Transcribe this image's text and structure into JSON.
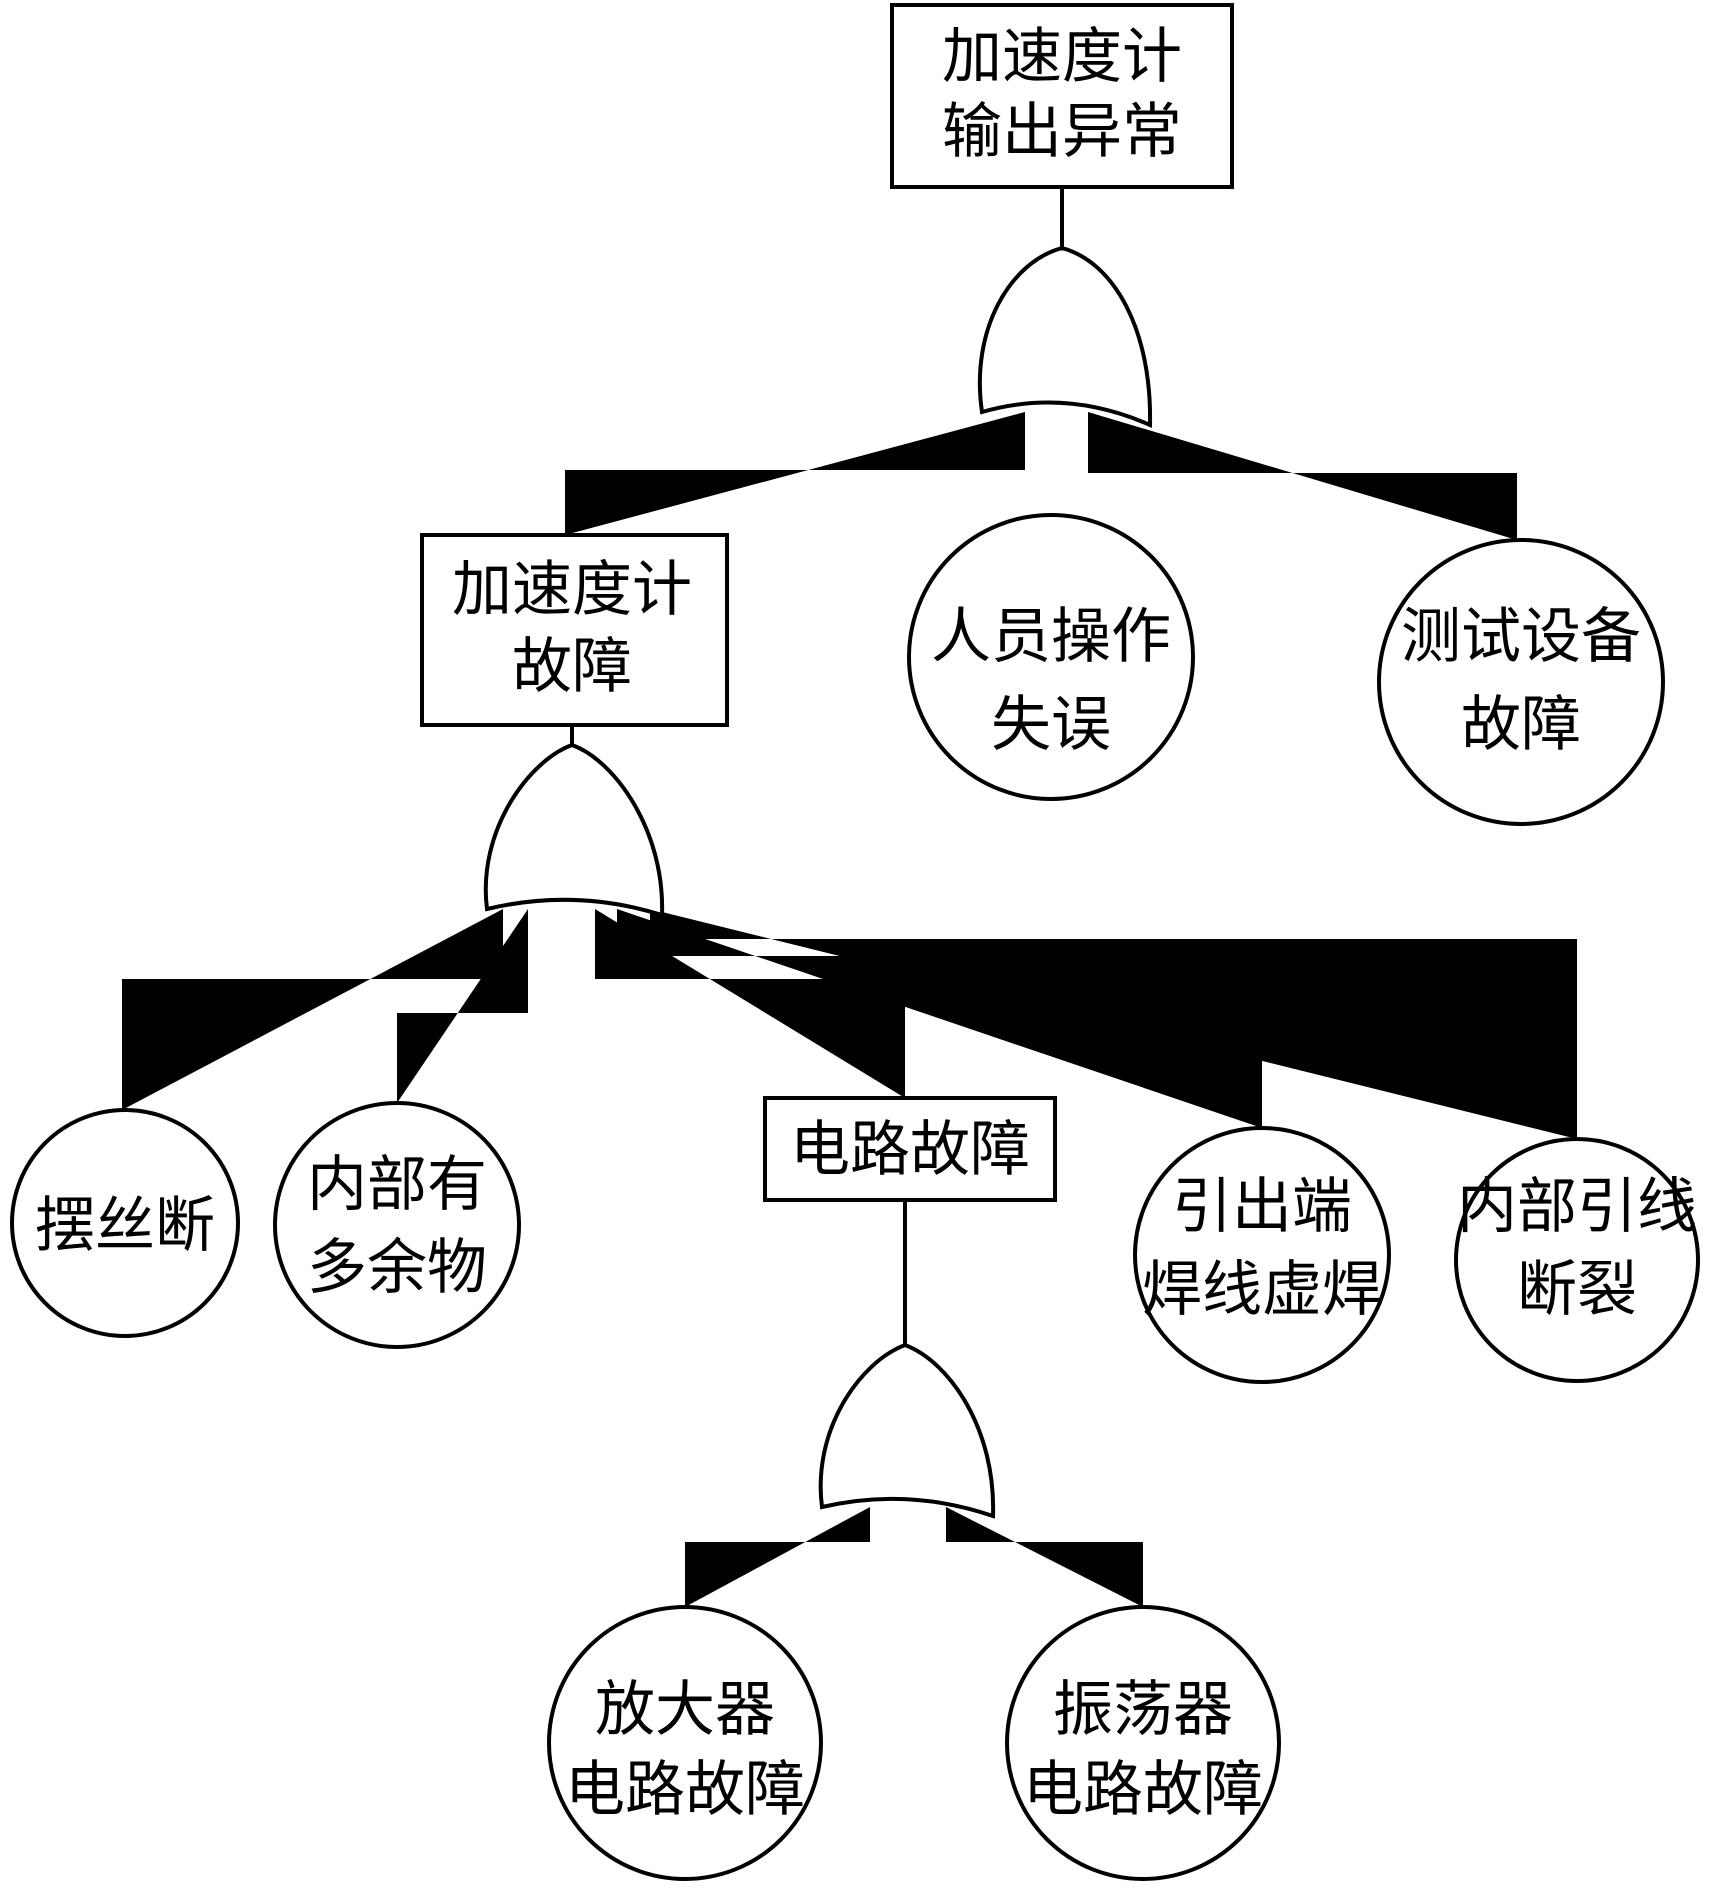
{
  "nodes": {
    "top": {
      "lines": [
        "加速度计",
        "输出异常"
      ]
    },
    "accel_fault": {
      "lines": [
        "加速度计",
        "故障"
      ]
    },
    "human_error": {
      "lines": [
        "人员操作",
        "失误"
      ]
    },
    "test_equipment": {
      "lines": [
        "测试设备",
        "故障"
      ]
    },
    "pendulum_wire": {
      "lines": [
        "摆丝断"
      ]
    },
    "internal_debris": {
      "lines": [
        "内部有",
        "多余物"
      ]
    },
    "circuit_fault": {
      "lines": [
        "电路故障"
      ]
    },
    "lead_solder": {
      "lines": [
        "引出端",
        "焊线虚焊"
      ]
    },
    "internal_lead": {
      "lines": [
        "内部引线",
        "断裂"
      ]
    },
    "amplifier": {
      "lines": [
        "放大器",
        "电路故障"
      ]
    },
    "oscillator": {
      "lines": [
        "振荡器",
        "电路故障"
      ]
    }
  }
}
